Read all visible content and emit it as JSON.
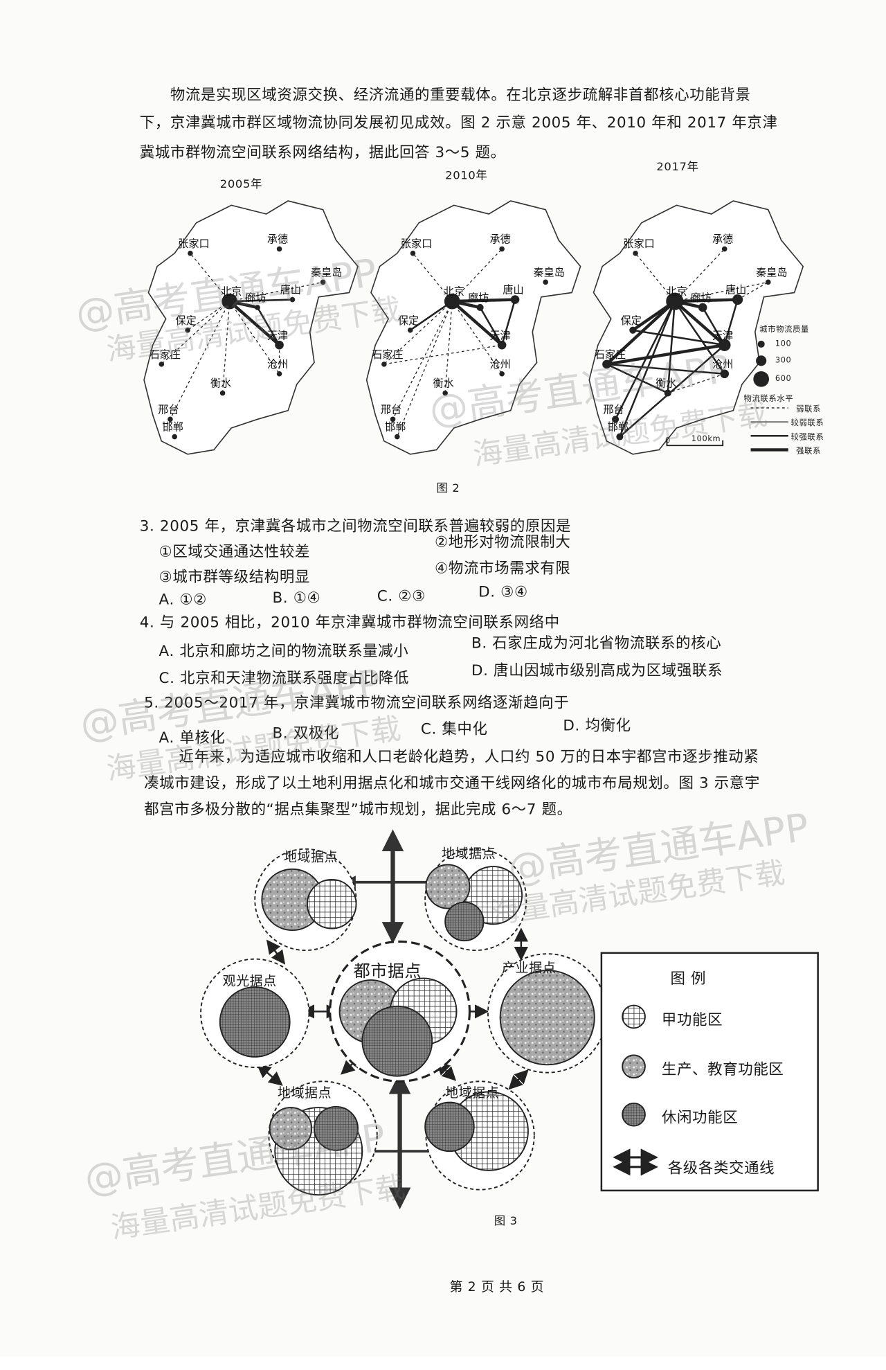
{
  "intro1": {
    "lines": [
      "物流是实现区域资源交换、经济流通的重要载体。在北京逐步疏解非首都核心功能背景",
      "下，京津冀城市群区域物流协同发展初见成效。图 2 示意 2005 年、2010 年和 2017 年京津",
      "冀城市群物流空间联系网络结构，据此回答 3～5 题。"
    ]
  },
  "figure2": {
    "caption": "图 2",
    "maps": [
      {
        "year": "2005年"
      },
      {
        "year": "2010年"
      },
      {
        "year": "2017年"
      }
    ],
    "cities": [
      "张家口",
      "承德",
      "北京",
      "秦皇岛",
      "唐山",
      "廊坊",
      "保定",
      "天津",
      "石家庄",
      "沧州",
      "衡水",
      "邢台",
      "邯郸"
    ],
    "legend": {
      "size_title": "城市物流质量",
      "sizes": [
        "100",
        "300",
        "600"
      ],
      "link_title": "物流联系水平",
      "links": [
        "弱联系",
        "较弱联系",
        "较强联系",
        "强联系"
      ]
    },
    "scale_bar": {
      "zero": "0",
      "label": "100km"
    }
  },
  "q3": {
    "stem": "3. 2005 年，京津冀各城市之间物流空间联系普遍较弱的原因是",
    "items": [
      "①区域交通通达性较差",
      "②地形对物流限制大",
      "③城市群等级结构明显",
      "④物流市场需求有限"
    ],
    "options": [
      "A. ①②",
      "B. ①④",
      "C. ②③",
      "D. ③④"
    ]
  },
  "q4": {
    "stem": "4. 与 2005 相比，2010 年京津冀城市群物流空间联系网络中",
    "options": [
      "A. 北京和廊坊之间的物流联系量减小",
      "B. 石家庄成为河北省物流联系的核心",
      "C. 北京和天津物流联系强度占比降低",
      "D. 唐山因城市级别高成为区域强联系"
    ]
  },
  "q5": {
    "stem": "5. 2005～2017 年，京津冀城市物流空间联系网络逐渐趋向于",
    "options": [
      "A. 单核化",
      "B. 双极化",
      "C.  集中化",
      "D.  均衡化"
    ]
  },
  "intro2": {
    "lines": [
      "近年来，为适应城市收缩和人口老龄化趋势，人口约 50 万的日本宇都宫市逐步推动紧",
      "凑城市建设，形成了以土地利用据点化和城市交通干线网络化的城市布局规划。图 3 示意宇",
      "都宫市多极分散的“据点集聚型”城市规划，据此完成 6～7 题。"
    ]
  },
  "figure3": {
    "caption": "图 3",
    "nodes": {
      "center": "都市据点",
      "regional": "地域据点",
      "tourism": "观光据点",
      "industry": "产业据点"
    },
    "legend": {
      "title": "图 例",
      "items": [
        "甲功能区",
        "生产、教育功能区",
        "休闲功能区",
        "各级各类交通线"
      ]
    }
  },
  "footer": {
    "page": "第 2 页 共 6 页"
  },
  "watermark": {
    "line1": "@高考直通车APP",
    "line2": "海量高清试题免费下载"
  }
}
